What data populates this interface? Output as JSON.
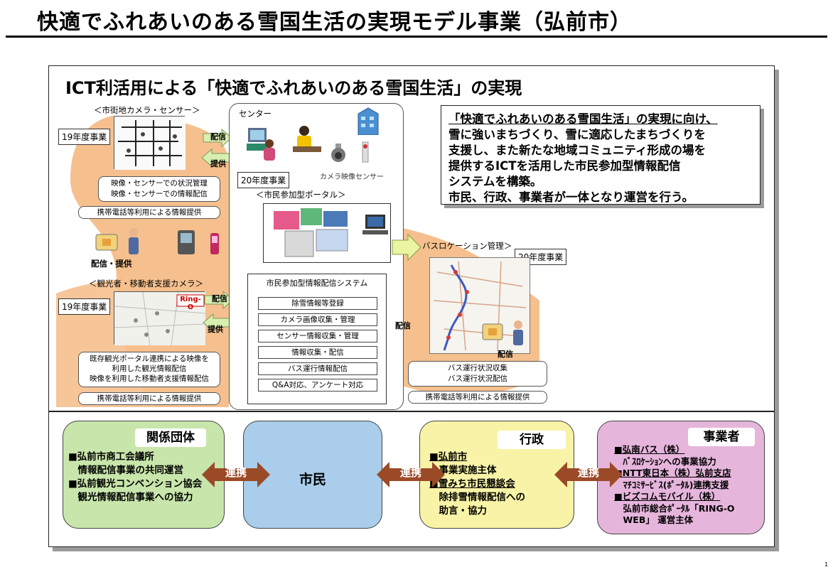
{
  "page": {
    "title": "快適でふれあいのある雪国生活の実現モデル事業（弘前市）",
    "panel_title": "ICT利活用による「快適でふれあいのある雪国生活」の実現",
    "page_number": "1"
  },
  "description": [
    "「快適でふれあいのある雪国生活」の実現に向け、",
    "雪に強いまちづくり、雪に適応したまちづくりを",
    "支援し、また新たな地域コミュニティ形成の場を",
    "提供するICTを活用した市民参加型情報配信",
    "システムを構築。",
    "市民、行政、事業者が一体となり運営を行う。"
  ],
  "camera_section": {
    "heading": "＜市街地カメラ・センサー＞",
    "year": "19年度事業",
    "info": [
      "映像・センサーでの状況管理",
      "映像・センサーでの情報配信"
    ],
    "mobile": "携帯電話等利用による情報提供",
    "deliver_provide": "配信・提供"
  },
  "tourist_section": {
    "heading": "＜観光者・移動者支援カメラ＞",
    "year": "19年度事業",
    "map_logo": "Ring-O",
    "info": [
      "既存観光ポータル連携による映像を",
      "利用した観光情報配信",
      "映像を利用した移動者支援情報配信"
    ],
    "mobile": "携帯電話等利用による情報提供"
  },
  "arrows": {
    "deliver": "配信",
    "provide": "提供"
  },
  "center": {
    "heading": "センター",
    "camera_label": "カメラ映像",
    "sensor_label": "センサー",
    "year": "20年度事業",
    "portal_heading": "＜市民参加型ポータル＞",
    "system_title": "市民参加型情報配信システム",
    "system_items": [
      "除雪情報等登録",
      "カメラ画像収集・管理",
      "センサー情報収集・管理",
      "情報収集・配信",
      "バス運行情報配信",
      "Q&A対応、アンケート対応"
    ]
  },
  "bus_section": {
    "heading": "バスロケーション管理＞",
    "year": "20年度事業",
    "deliver_left": "配信",
    "deliver_right": "配信",
    "info": [
      "バス運行状況収集",
      "バス運行状況配信"
    ],
    "mobile": "携帯電話等利用による情報提供"
  },
  "stakeholders": {
    "groups": {
      "heading": "関係団体",
      "lines": [
        "■弘前市商工会議所",
        "　情報配信事業の共同運営",
        "■弘前観光コンベンション協会",
        "　観光情報配信事業への協力"
      ]
    },
    "citizens": {
      "heading": "市民"
    },
    "admin": {
      "heading": "行政",
      "lines": [
        "■弘前市",
        "　事業実施主体",
        "■雪みち市民懇談会",
        "　除排雪情報配信への",
        "　助言・協力"
      ]
    },
    "business": {
      "heading": "事業者",
      "lines": [
        "■弘南バス（株）",
        "　ﾊﾞｽﾛｹｰｼｮﾝへの事業協力",
        "■NTT東日本（株）弘前支店",
        "　ﾏﾁｺﾐｻｰﾋﾞｽ(ﾎﾟｰﾀﾙ)連携支援",
        "■ビズコムモバイル（株）",
        "　弘前市総合ﾎﾟｰﾀﾙ「RING-O",
        "　WEB」 運営主体"
      ]
    },
    "link_label": "連携"
  },
  "colors": {
    "tan": "#f5c08e",
    "green": "#c8e6ab",
    "blue": "#a9cdea",
    "yellow": "#f8f3a6",
    "pink": "#e6b5dc",
    "link_arrow": "#9b4a28",
    "side_arrow": "#d8efb0"
  }
}
